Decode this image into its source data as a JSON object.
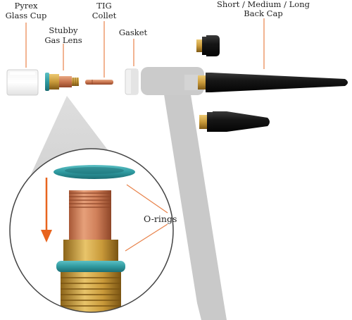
{
  "labels": {
    "pyrex_line1": "Pyrex",
    "pyrex_line2": "Glass Cup",
    "stubby_line1": "Stubby",
    "stubby_line2": "Gas Lens",
    "tig_line1": "TIG",
    "tig_line2": "Collet",
    "gasket": "Gasket",
    "backcap_line1": "Short / Medium / Long",
    "backcap_line2": "Back Cap",
    "orings": "O-rings"
  },
  "colors": {
    "leader_line": "#e8824a",
    "oring_teal": "#2f9aa0",
    "copper": "#c8744e",
    "brass": "#c99a3a",
    "torch_gray": "#c9c9c9",
    "arrow_orange": "#e8641e",
    "cap_black": "#1a1a1a"
  }
}
